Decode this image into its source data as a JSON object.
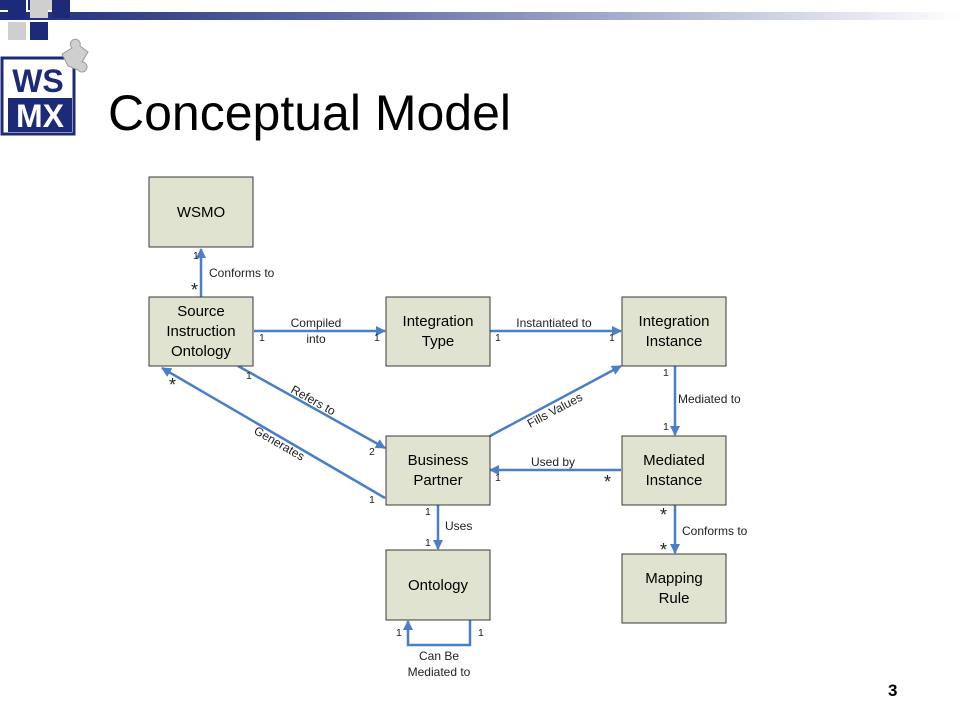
{
  "slide": {
    "title": "Conceptual Model",
    "page_number": "3"
  },
  "logo": {
    "line1": "WS",
    "line2": "MX",
    "colors": {
      "navy": "#1c2a78",
      "gray": "#cfcfcf"
    }
  },
  "colors": {
    "box_fill": "#dfe3cf",
    "box_stroke": "#3a3a3a",
    "edge": "#4a7ec6"
  },
  "diagram": {
    "nodes": {
      "wsmo": [
        "WSMO"
      ],
      "source_instruction_ontology": [
        "Source",
        "Instruction",
        "Ontology"
      ],
      "integration_type": [
        "Integration",
        "Type"
      ],
      "integration_instance": [
        "Integration",
        "Instance"
      ],
      "business_partner": [
        "Business",
        "Partner"
      ],
      "mediated_instance": [
        "Mediated",
        "Instance"
      ],
      "ontology": [
        "Ontology"
      ],
      "mapping_rule": [
        "Mapping",
        "Rule"
      ]
    },
    "edges": {
      "conforms_to_top": "Conforms to",
      "compiled_into": [
        "Compiled",
        "into"
      ],
      "instantiated_to": "Instantiated to",
      "refers_to": "Refers to",
      "generates": "Generates",
      "fills_values": "Fills Values",
      "mediated_to": "Mediated to",
      "used_by": "Used by",
      "uses": "Uses",
      "conforms_to_bottom": "Conforms to",
      "can_be_mediated_to": [
        "Can Be",
        "Mediated to"
      ]
    },
    "mult": {
      "one": "1",
      "two": "2",
      "many": "*"
    }
  }
}
